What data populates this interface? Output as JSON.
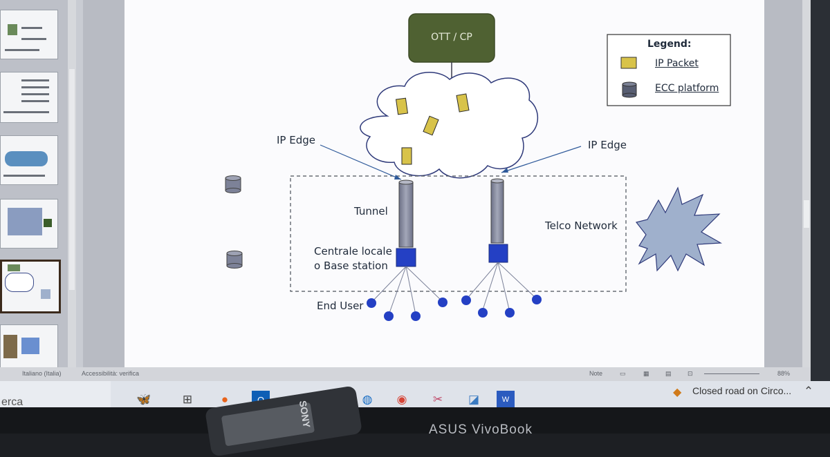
{
  "slide": {
    "cp_box_label": "OTT / CP",
    "legend_title": "Legend:",
    "legend_items": [
      {
        "label": "IP Packet",
        "icon": "ip-packet-icon",
        "color": "#d8c34a"
      },
      {
        "label": "ECC platform",
        "icon": "ecc-platform-icon",
        "color": "#585e72"
      }
    ],
    "ip_edge_left": "IP Edge",
    "ip_edge_right": "IP Edge",
    "tunnel": "Tunnel",
    "telco_network": "Telco Network",
    "centrale_line1": "Centrale locale",
    "centrale_line2": "o Base station",
    "end_user": "End User"
  },
  "status_bar": {
    "language": "Italiano (Italia)",
    "accessibility": "Accessibilità: verifica",
    "notes": "Note",
    "zoom": "88%"
  },
  "taskbar": {
    "search_text": "erca",
    "notification": "Closed road on Circo..."
  },
  "device": {
    "laptop_brand": "ASUS VivoBook",
    "phone_brand": "SONY"
  },
  "colors": {
    "cp_box": "#4f6132",
    "cloud_fill": "#ffffff",
    "cloud_stroke": "#2f3a7a",
    "node_blue": "#2440c4",
    "cylinder": "#8c90a6",
    "burst": "#9fb0cc"
  }
}
